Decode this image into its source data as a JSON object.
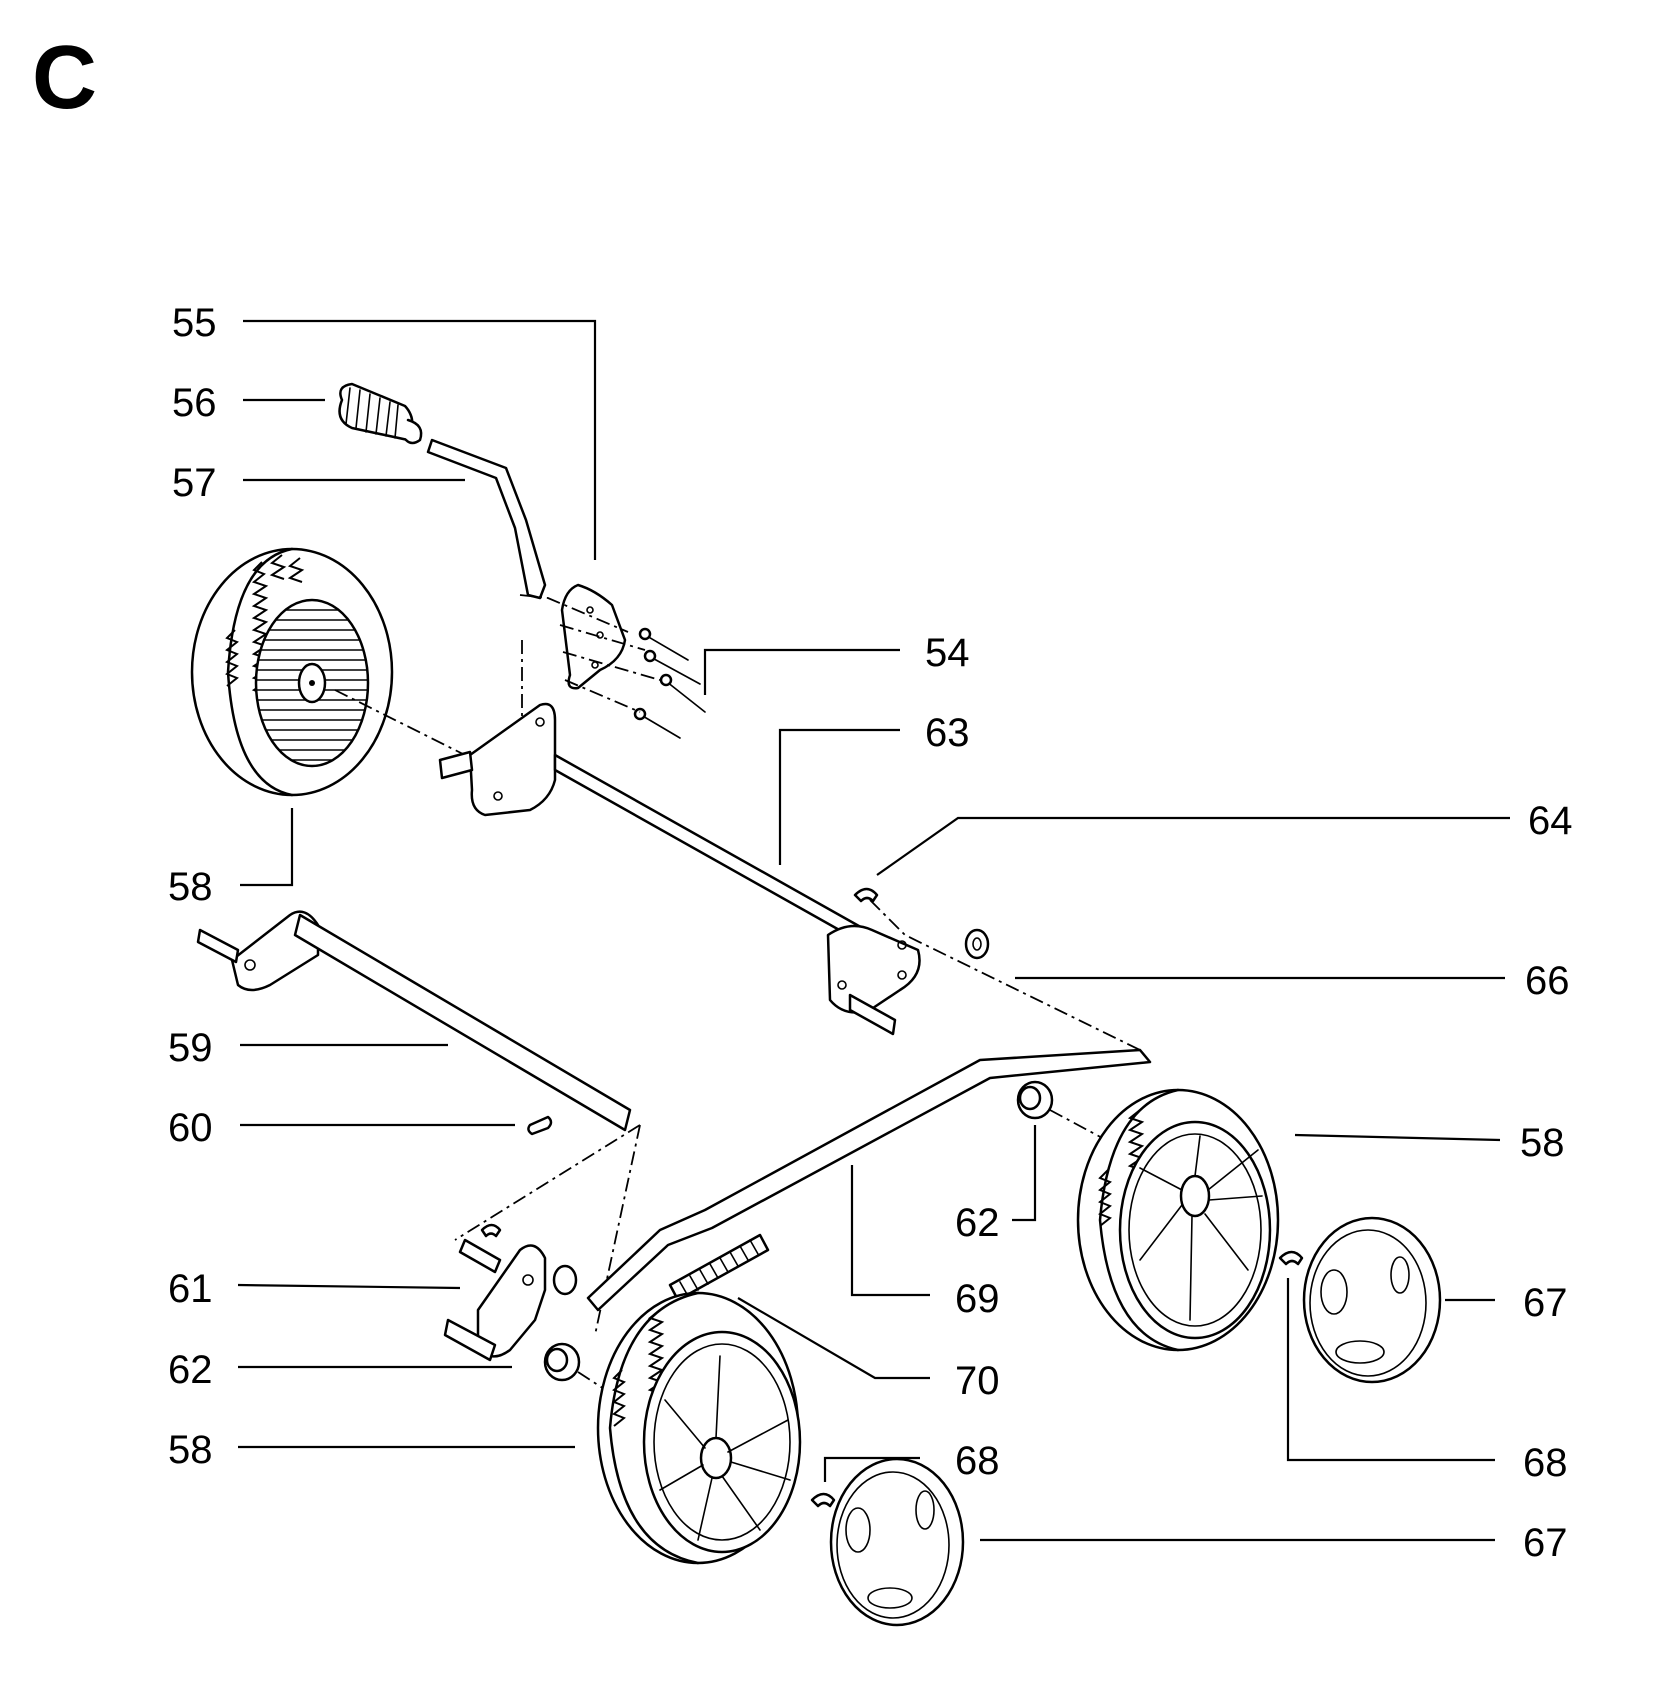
{
  "section": {
    "letter": "C"
  },
  "callouts": {
    "c54": "54",
    "c55": "55",
    "c56": "56",
    "c57": "57",
    "c58a": "58",
    "c58b": "58",
    "c58c": "58",
    "c59": "59",
    "c60": "60",
    "c61": "61",
    "c62a": "62",
    "c62b": "62",
    "c63": "63",
    "c64": "64",
    "c66": "66",
    "c67a": "67",
    "c67b": "67",
    "c68a": "68",
    "c68b": "68",
    "c69": "69",
    "c70": "70"
  }
}
